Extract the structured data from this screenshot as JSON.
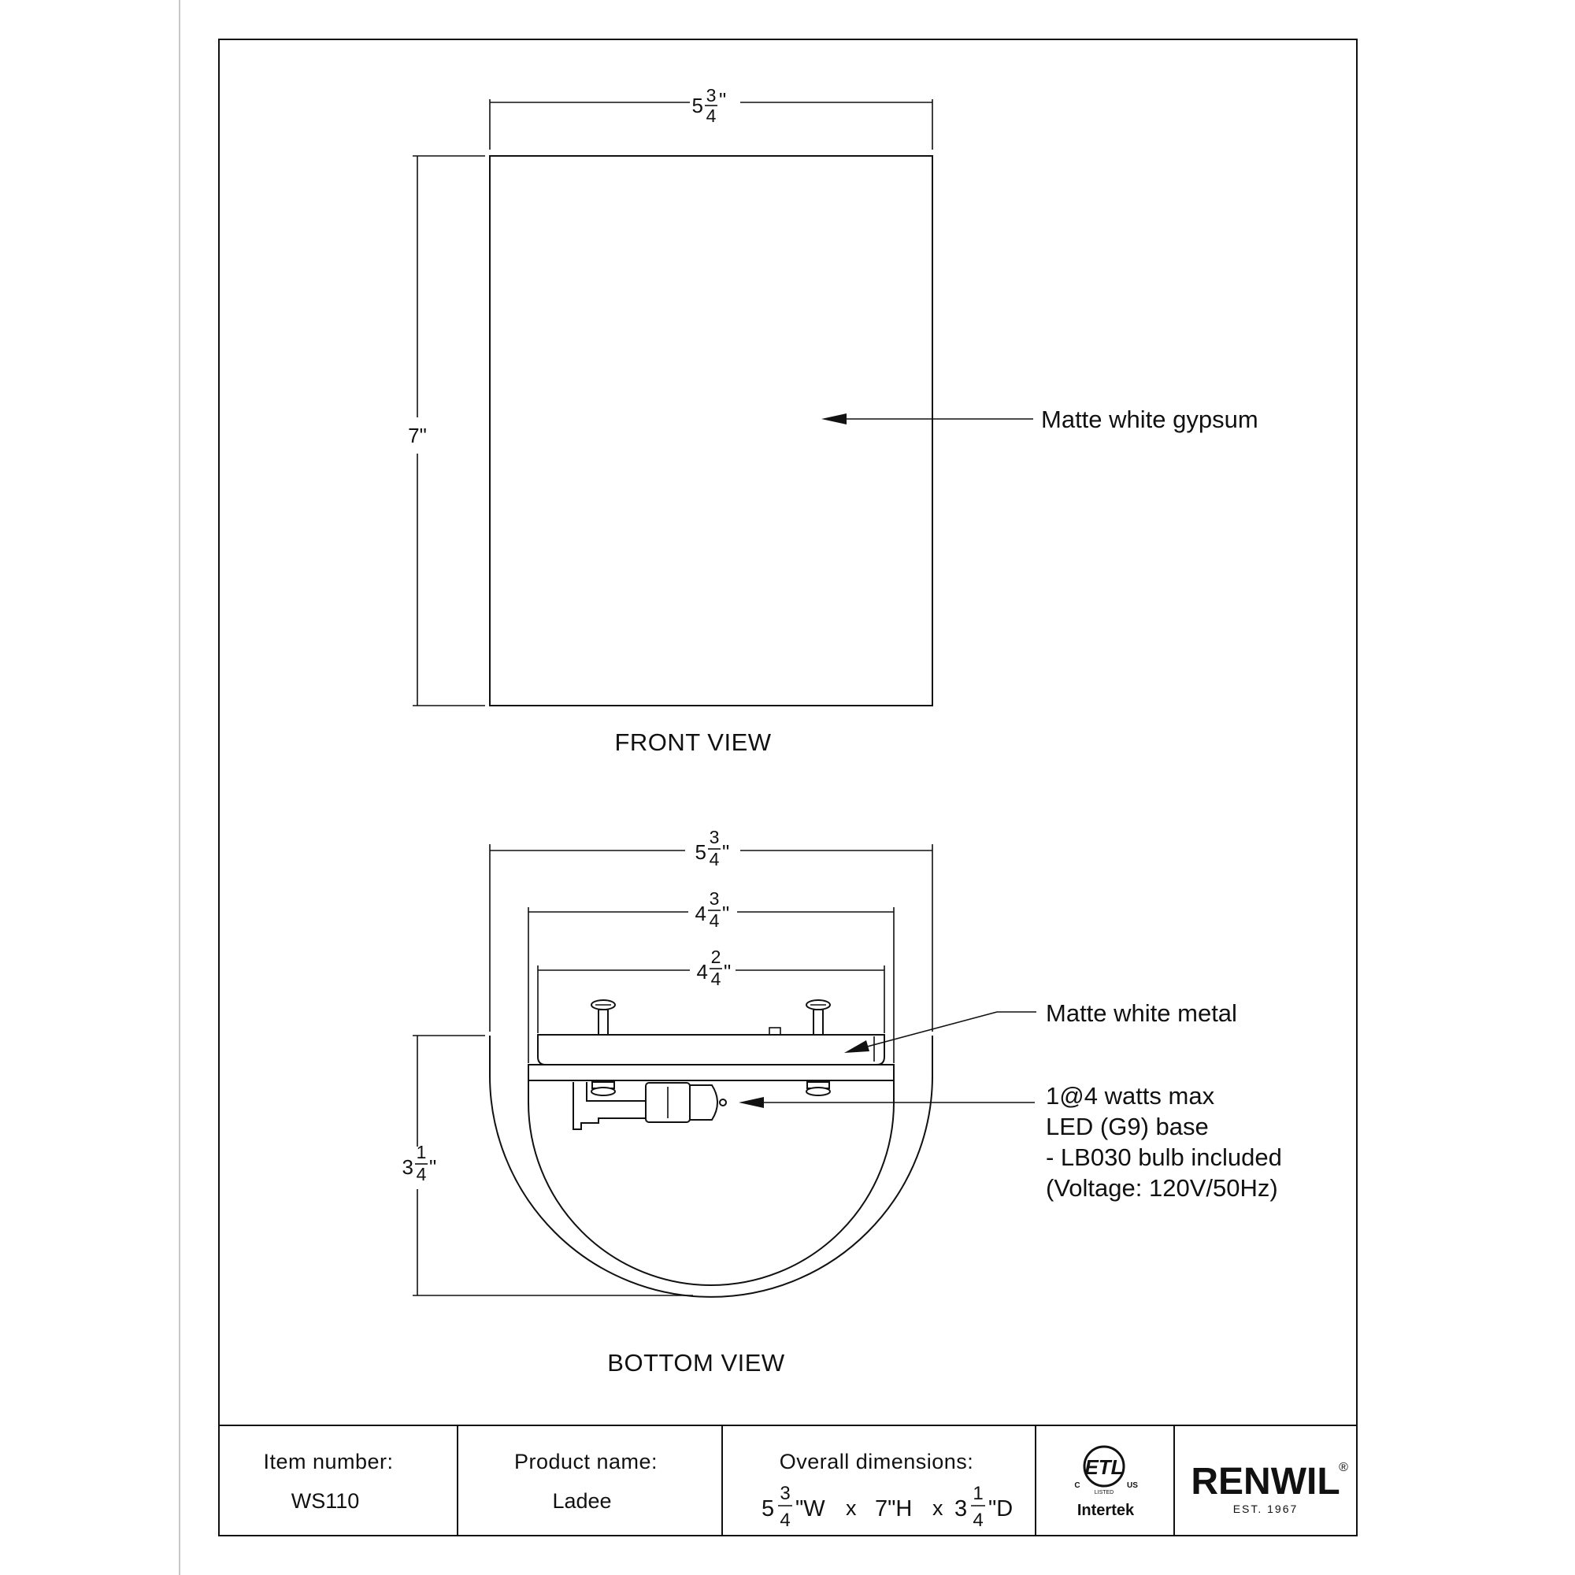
{
  "front_view": {
    "title": "FRONT VIEW",
    "width_whole": "5",
    "width_num": "3",
    "width_den": "4",
    "width_unit": "\"",
    "height": "7\"",
    "material_callout": "Matte white gypsum"
  },
  "bottom_view": {
    "title": "BOTTOM VIEW",
    "dim_outer_whole": "5",
    "dim_outer_num": "3",
    "dim_outer_den": "4",
    "dim_mid_whole": "4",
    "dim_mid_num": "3",
    "dim_mid_den": "4",
    "dim_inner_whole": "4",
    "dim_inner_num": "2",
    "dim_inner_den": "4",
    "depth_whole": "3",
    "depth_num": "1",
    "depth_den": "4",
    "unit": "\"",
    "metal_callout": "Matte white metal",
    "bulb_callout": [
      "1@4 watts max",
      "LED (G9) base",
      "- LB030 bulb included",
      "(Voltage: 120V/50Hz)"
    ]
  },
  "title_block": {
    "item_label": "Item number:",
    "item_value": "WS110",
    "product_label": "Product name:",
    "product_value": "Ladee",
    "dims_label": "Overall dimensions:",
    "dims": {
      "w_whole": "5",
      "w_num": "3",
      "w_den": "4",
      "w_suffix": "\"W",
      "x1": "x",
      "h": "7\"H",
      "x2": "x",
      "d_whole": "3",
      "d_num": "1",
      "d_den": "4",
      "d_suffix": "\"D"
    },
    "cert_brand": "Intertek",
    "cert_mark": "ETL",
    "cert_c": "C",
    "cert_us": "US",
    "cert_listed": "LISTED",
    "brand_name": "RENWIL",
    "brand_registered": "®",
    "brand_established": "EST. 1967"
  }
}
